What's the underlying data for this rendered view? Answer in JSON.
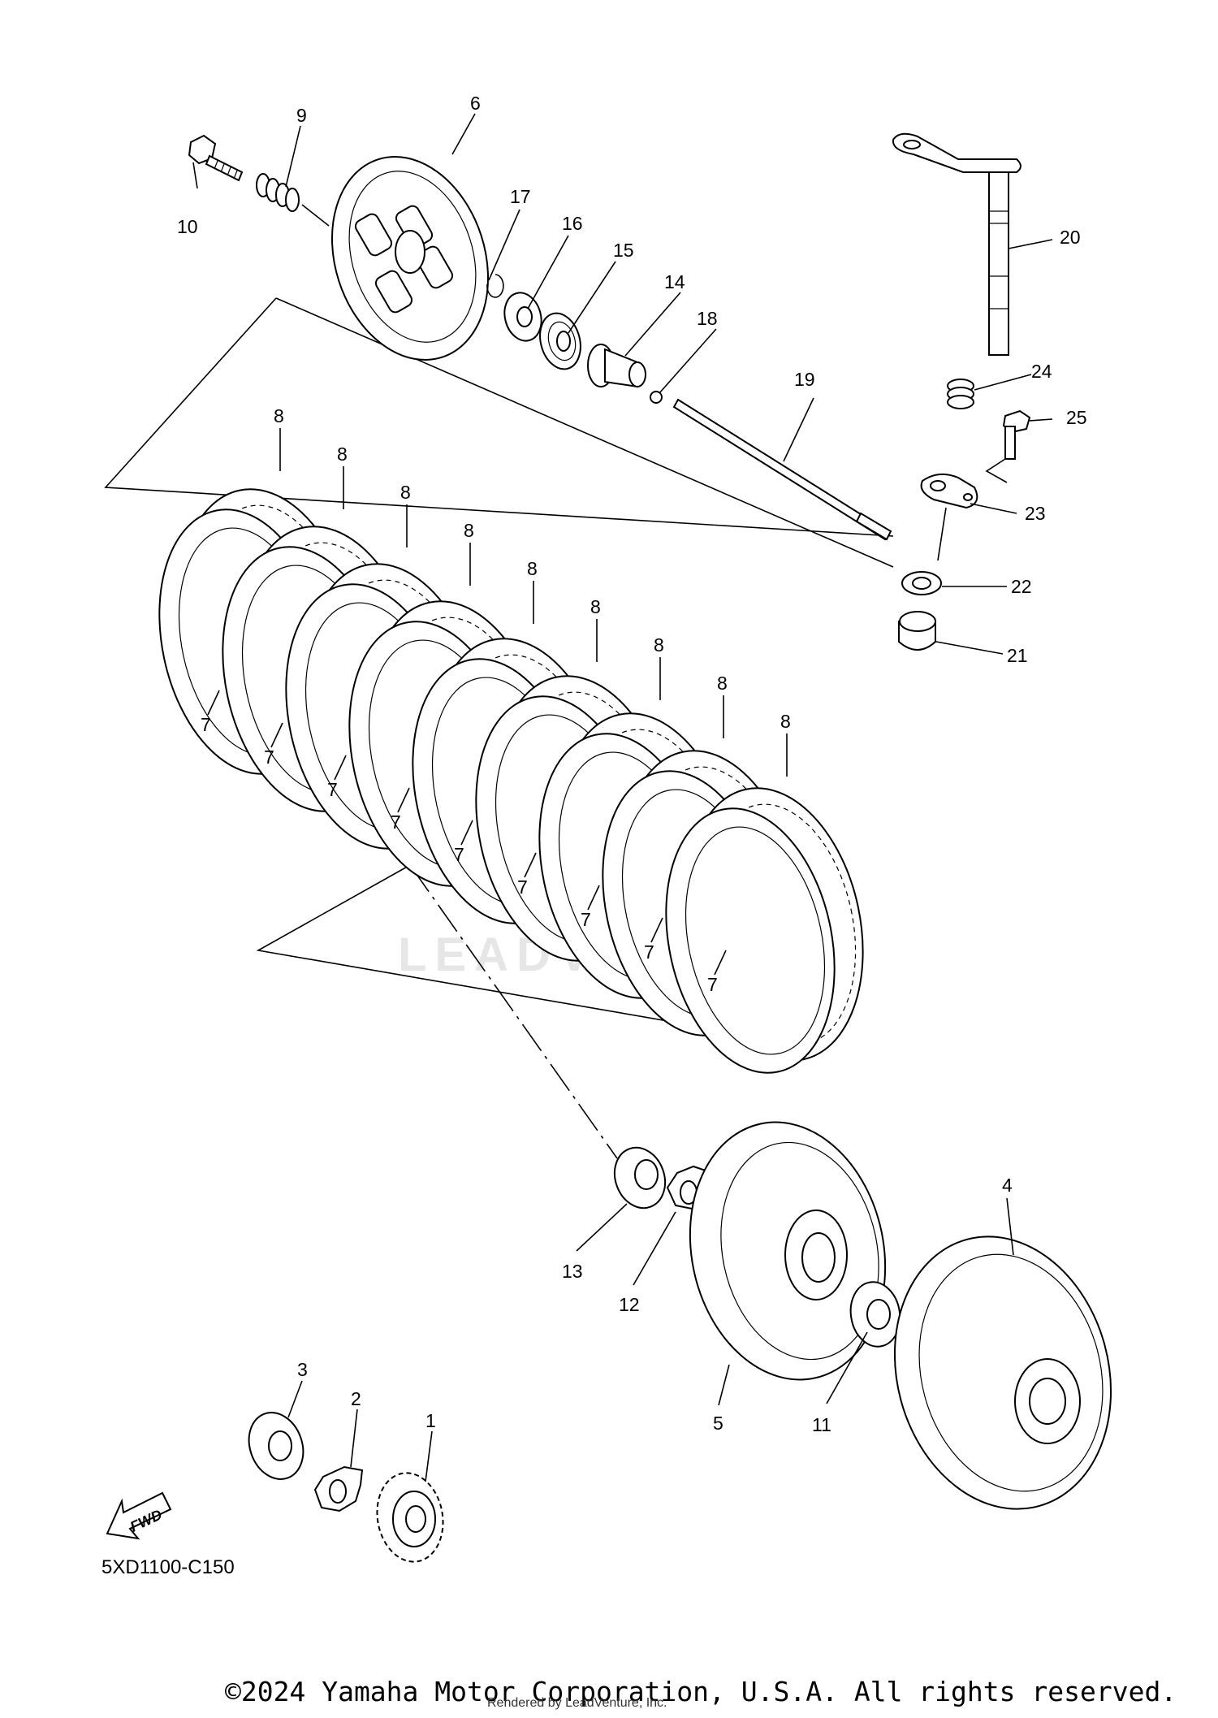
{
  "callouts": [
    "1",
    "2",
    "3",
    "4",
    "5",
    "6",
    "7",
    "8",
    "9",
    "10",
    "11",
    "12",
    "13",
    "14",
    "15",
    "16",
    "17",
    "18",
    "19",
    "20",
    "21",
    "22",
    "23",
    "24",
    "25"
  ],
  "plate_label_7": "7",
  "plate_label_8": "8",
  "diagram_code": "5XD1100-C150",
  "fwd_label": "FWD",
  "watermark": "LEADVENTURE",
  "copyright": "©2024 Yamaha Motor Corporation, U.S.A. All rights reserved.",
  "rendered_by": "Rendered by LeadVenture, Inc."
}
